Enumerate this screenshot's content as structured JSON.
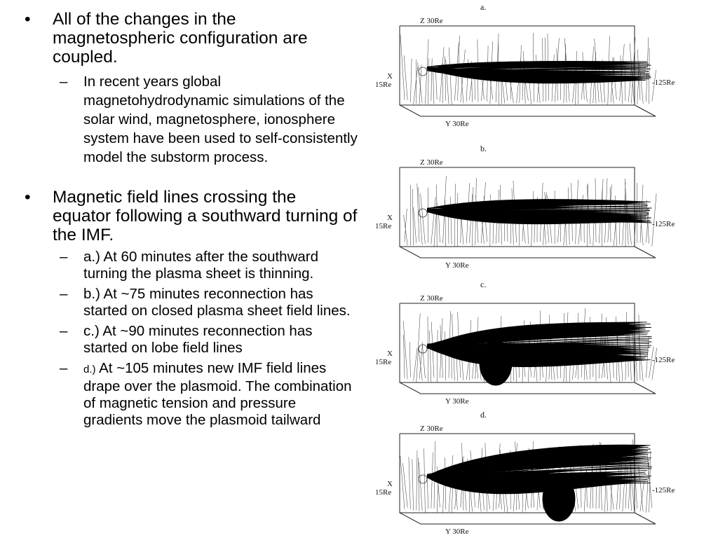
{
  "bullets": [
    {
      "text": "All of the changes in the magnetospheric configuration are coupled.",
      "sub": [
        {
          "text": "In recent years global magnetohydrodynamic simulations of the solar wind, magnetosphere, ionosphere system have been used to self-consistently model the substorm process."
        }
      ]
    },
    {
      "text": "Magnetic field lines crossing the equator following a southward turning of the IMF.",
      "sub": [
        {
          "text": "a.) At 60 minutes after the southward turning the plasma sheet is thinning."
        },
        {
          "text": "b.) At ~75 minutes reconnection has started on closed plasma sheet field lines."
        },
        {
          "text": "c.) At ~90 minutes reconnection has started on lobe field lines"
        },
        {
          "prefix": "d.)",
          "text": " At ~105 minutes new IMF field lines drape over the plasmoid. The combination of magnetic tension and pressure  gradients move the plasmoid tailward"
        }
      ]
    }
  ],
  "figures": {
    "axis": {
      "z": "Z   30Re",
      "x": "X",
      "xl": "15Re",
      "y": "Y   30Re",
      "tail": "-125Re"
    },
    "panels": [
      {
        "label": "a."
      },
      {
        "label": "b."
      },
      {
        "label": "c."
      },
      {
        "label": "d."
      }
    ]
  }
}
